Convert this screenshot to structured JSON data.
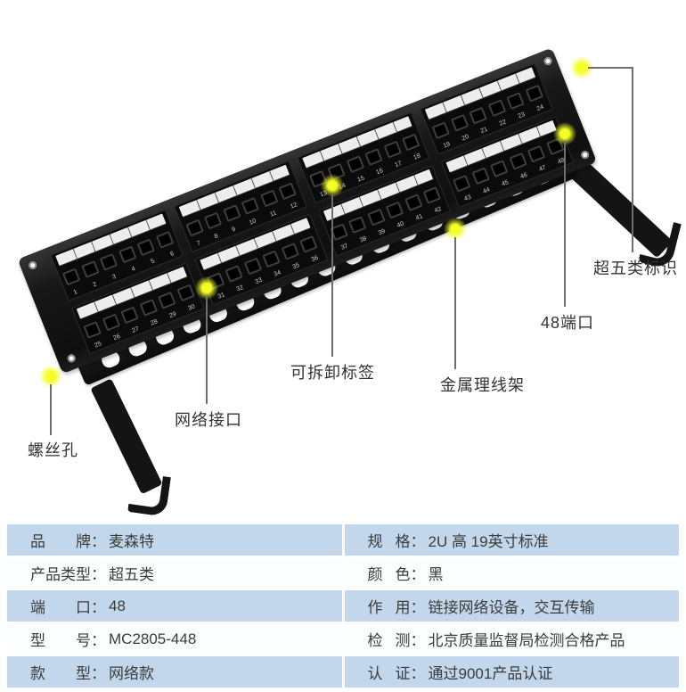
{
  "illustration": {
    "port_rows": [
      {
        "groups": [
          [
            1,
            2,
            3,
            4,
            5,
            6
          ],
          [
            7,
            8,
            9,
            10,
            11,
            12
          ],
          [
            13,
            14,
            15,
            16,
            17,
            18
          ],
          [
            19,
            20,
            21,
            22,
            23,
            24
          ]
        ]
      },
      {
        "groups": [
          [
            25,
            26,
            27,
            28,
            29,
            30
          ],
          [
            31,
            32,
            33,
            34,
            35,
            36
          ],
          [
            37,
            38,
            39,
            40,
            41,
            42
          ],
          [
            43,
            44,
            45,
            46,
            47,
            48
          ]
        ]
      }
    ],
    "cable_bar_slots": 17,
    "highlight_color": "#f3ff27",
    "callouts": [
      {
        "id": "cat5e-marking",
        "label": "超五类标识"
      },
      {
        "id": "ports-48",
        "label": "48端口"
      },
      {
        "id": "cable-tray",
        "label": "金属理线架"
      },
      {
        "id": "removable-label",
        "label": "可拆卸标签"
      },
      {
        "id": "network-port",
        "label": "网络接口"
      },
      {
        "id": "screw-hole",
        "label": "螺丝孔"
      }
    ]
  },
  "spec_table": {
    "colon": "：",
    "row_blue": "#c3d7ec",
    "rows": [
      {
        "left_label": "品牌",
        "left_value": "麦森特",
        "right_label": "规格",
        "right_value": "2U 高  19英寸标准"
      },
      {
        "left_label": "产品类型",
        "left_value": "超五类",
        "right_label": "颜色",
        "right_value": "黑"
      },
      {
        "left_label": "端口",
        "left_value": "48",
        "right_label": "作用",
        "right_value": "链接网络设备，交互传输"
      },
      {
        "left_label": "型号",
        "left_value": "MC2805-448",
        "right_label": "检测",
        "right_value": "北京质量监督局检测合格产品"
      },
      {
        "left_label": "款型",
        "left_value": "网络款",
        "right_label": "认证",
        "right_value": "通过9001产品认证"
      }
    ]
  }
}
